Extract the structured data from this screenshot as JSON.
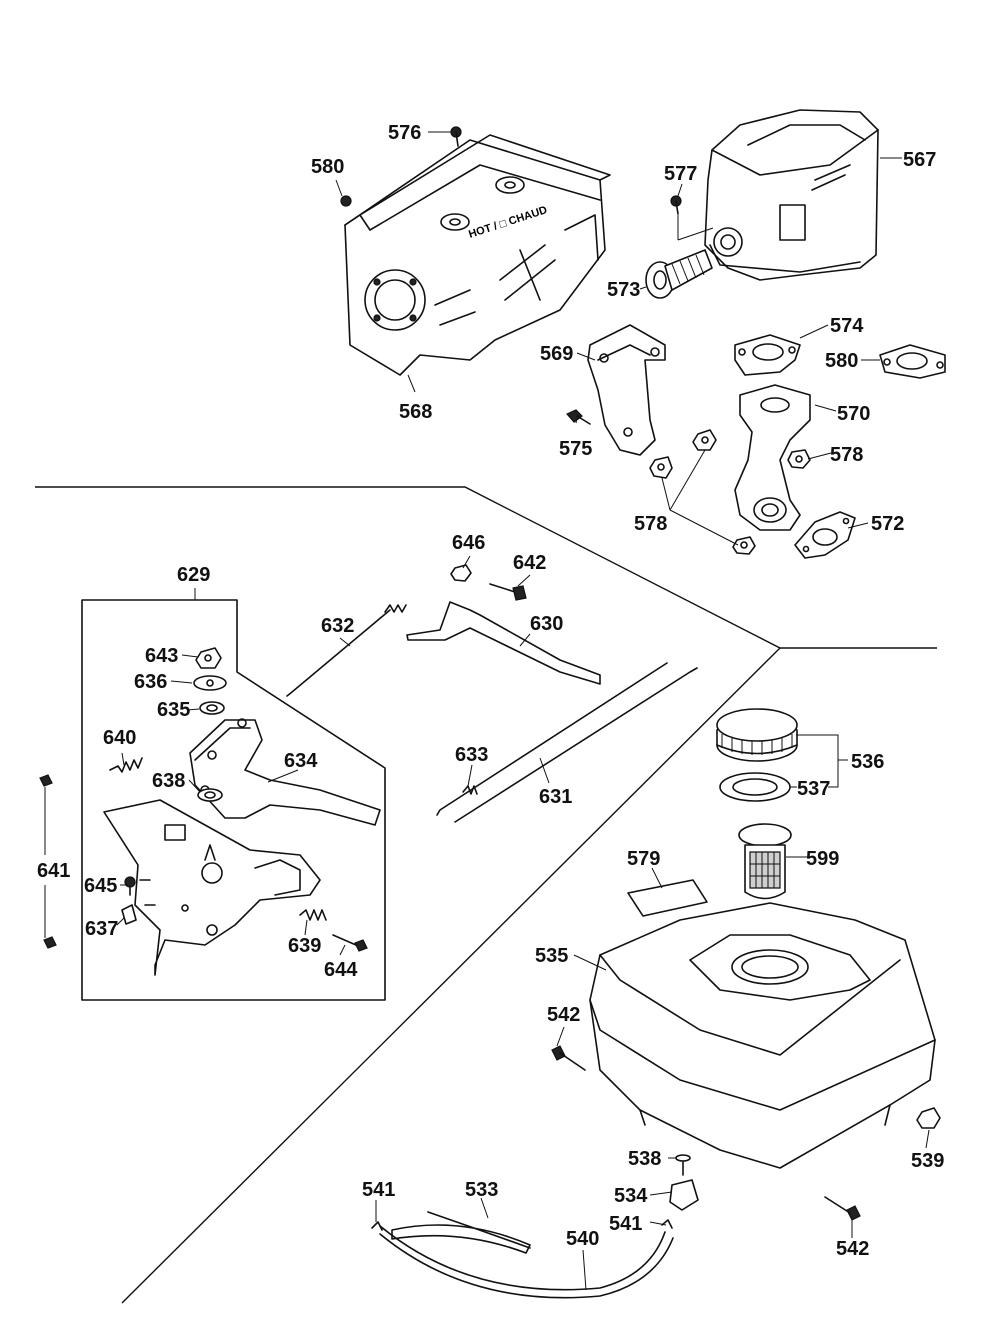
{
  "labels": {
    "p576": "576",
    "p580a": "580",
    "p577": "577",
    "p567": "567",
    "p573": "573",
    "p568": "568",
    "p569": "569",
    "p574": "574",
    "p580b": "580",
    "p570": "570",
    "p575": "575",
    "p578a": "578",
    "p578b": "578",
    "p572": "572",
    "p629": "629",
    "p646": "646",
    "p642": "642",
    "p632": "632",
    "p630": "630",
    "p643": "643",
    "p636": "636",
    "p635": "635",
    "p640": "640",
    "p634": "634",
    "p638": "638",
    "p633": "633",
    "p631": "631",
    "p536": "536",
    "p537": "537",
    "p641": "641",
    "p645": "645",
    "p637": "637",
    "p639": "639",
    "p644": "644",
    "p579": "579",
    "p599": "599",
    "p535": "535",
    "p542a": "542",
    "p539": "539",
    "p538": "538",
    "p534": "534",
    "p541a": "541",
    "p533": "533",
    "p541b": "541",
    "p540": "540",
    "p542b": "542"
  },
  "muffler_stamp": "HOT / □ CHAUD"
}
